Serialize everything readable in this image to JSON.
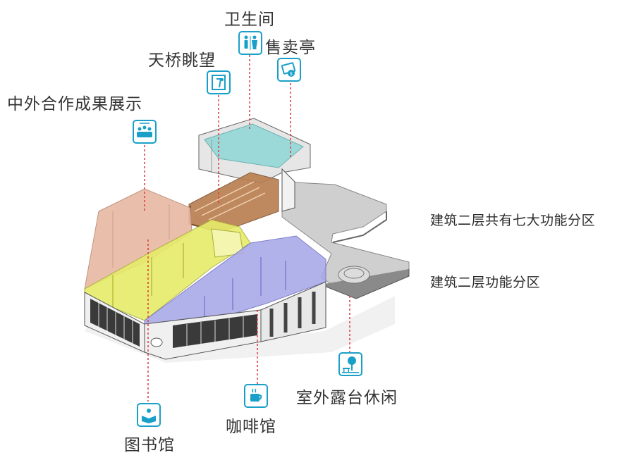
{
  "labels": {
    "toilet": "卫生间",
    "kiosk": "售卖亭",
    "bridge_view": "天桥眺望",
    "exhibition": "中外合作成果展示",
    "library": "图书馆",
    "cafe": "咖啡馆",
    "terrace": "室外露台休闲"
  },
  "side_text": {
    "line1": "建筑二层共有七大功能分区",
    "line2": "建筑二层功能分区"
  },
  "colors": {
    "icon_blue": "#1aa0c8",
    "exhibition_zone": "#e7b9a2",
    "library_zone": "#e6ec6a",
    "cafe_zone": "#a8a8e8",
    "bridge_zone": "#b97d4e",
    "toilet_zone": "#8fd6d6",
    "terrace_zone": "#c8c8c8",
    "leader_line": "#e03a3a"
  },
  "icons": {
    "toilet": "restroom-icon",
    "kiosk": "shopping-kiosk-icon",
    "bridge_view": "window-view-icon",
    "exhibition": "people-meeting-icon",
    "library": "reading-person-icon",
    "cafe": "coffee-cup-icon",
    "terrace": "tree-bench-icon"
  }
}
